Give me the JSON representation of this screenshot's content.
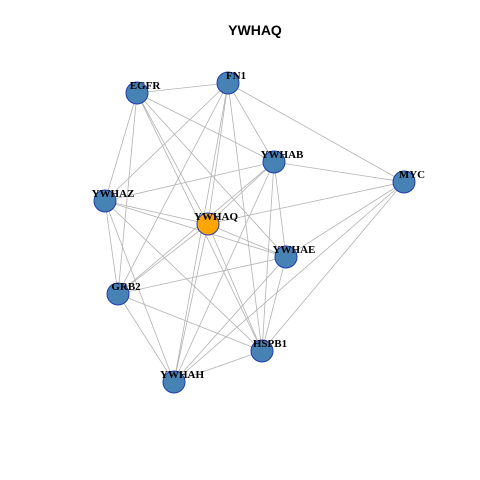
{
  "title": "YWHAQ",
  "colors": {
    "focus_node": "#FFA500",
    "other_node": "#4682B4",
    "node_border": "#1F3BB3",
    "edge": "#B3B3B3",
    "background": "#FFFFFF"
  },
  "nodes": [
    {
      "id": "FN1",
      "label": "FN1",
      "focus": false
    },
    {
      "id": "EGFR",
      "label": "EGFR",
      "focus": false
    },
    {
      "id": "YWHAB",
      "label": "YWHAB",
      "focus": false
    },
    {
      "id": "MYC",
      "label": "MYC",
      "focus": false
    },
    {
      "id": "YWHAZ",
      "label": "YWHAZ",
      "focus": false
    },
    {
      "id": "YWHAQ",
      "label": "YWHAQ",
      "focus": true
    },
    {
      "id": "YWHAE",
      "label": "YWHAE",
      "focus": false
    },
    {
      "id": "GRB2",
      "label": "GRB2",
      "focus": false
    },
    {
      "id": "HSPB1",
      "label": "HSPB1",
      "focus": false
    },
    {
      "id": "YWHAH",
      "label": "YWHAH",
      "focus": false
    }
  ],
  "edges": [
    [
      "EGFR",
      "FN1"
    ],
    [
      "EGFR",
      "YWHAB"
    ],
    [
      "EGFR",
      "YWHAZ"
    ],
    [
      "EGFR",
      "YWHAQ"
    ],
    [
      "EGFR",
      "YWHAE"
    ],
    [
      "EGFR",
      "GRB2"
    ],
    [
      "EGFR",
      "HSPB1"
    ],
    [
      "FN1",
      "YWHAB"
    ],
    [
      "FN1",
      "MYC"
    ],
    [
      "FN1",
      "YWHAZ"
    ],
    [
      "FN1",
      "YWHAQ"
    ],
    [
      "FN1",
      "GRB2"
    ],
    [
      "FN1",
      "HSPB1"
    ],
    [
      "FN1",
      "YWHAH"
    ],
    [
      "YWHAB",
      "MYC"
    ],
    [
      "YWHAB",
      "YWHAZ"
    ],
    [
      "YWHAB",
      "YWHAQ"
    ],
    [
      "YWHAB",
      "YWHAE"
    ],
    [
      "YWHAB",
      "GRB2"
    ],
    [
      "YWHAB",
      "HSPB1"
    ],
    [
      "YWHAB",
      "YWHAH"
    ],
    [
      "MYC",
      "YWHAQ"
    ],
    [
      "MYC",
      "YWHAE"
    ],
    [
      "MYC",
      "HSPB1"
    ],
    [
      "MYC",
      "YWHAH"
    ],
    [
      "YWHAZ",
      "YWHAQ"
    ],
    [
      "YWHAZ",
      "YWHAE"
    ],
    [
      "YWHAZ",
      "GRB2"
    ],
    [
      "YWHAZ",
      "HSPB1"
    ],
    [
      "YWHAZ",
      "YWHAH"
    ],
    [
      "YWHAQ",
      "YWHAE"
    ],
    [
      "YWHAQ",
      "GRB2"
    ],
    [
      "YWHAQ",
      "HSPB1"
    ],
    [
      "YWHAQ",
      "YWHAH"
    ],
    [
      "YWHAE",
      "GRB2"
    ],
    [
      "YWHAE",
      "HSPB1"
    ],
    [
      "YWHAE",
      "YWHAH"
    ],
    [
      "GRB2",
      "HSPB1"
    ],
    [
      "GRB2",
      "YWHAH"
    ],
    [
      "HSPB1",
      "YWHAH"
    ]
  ]
}
